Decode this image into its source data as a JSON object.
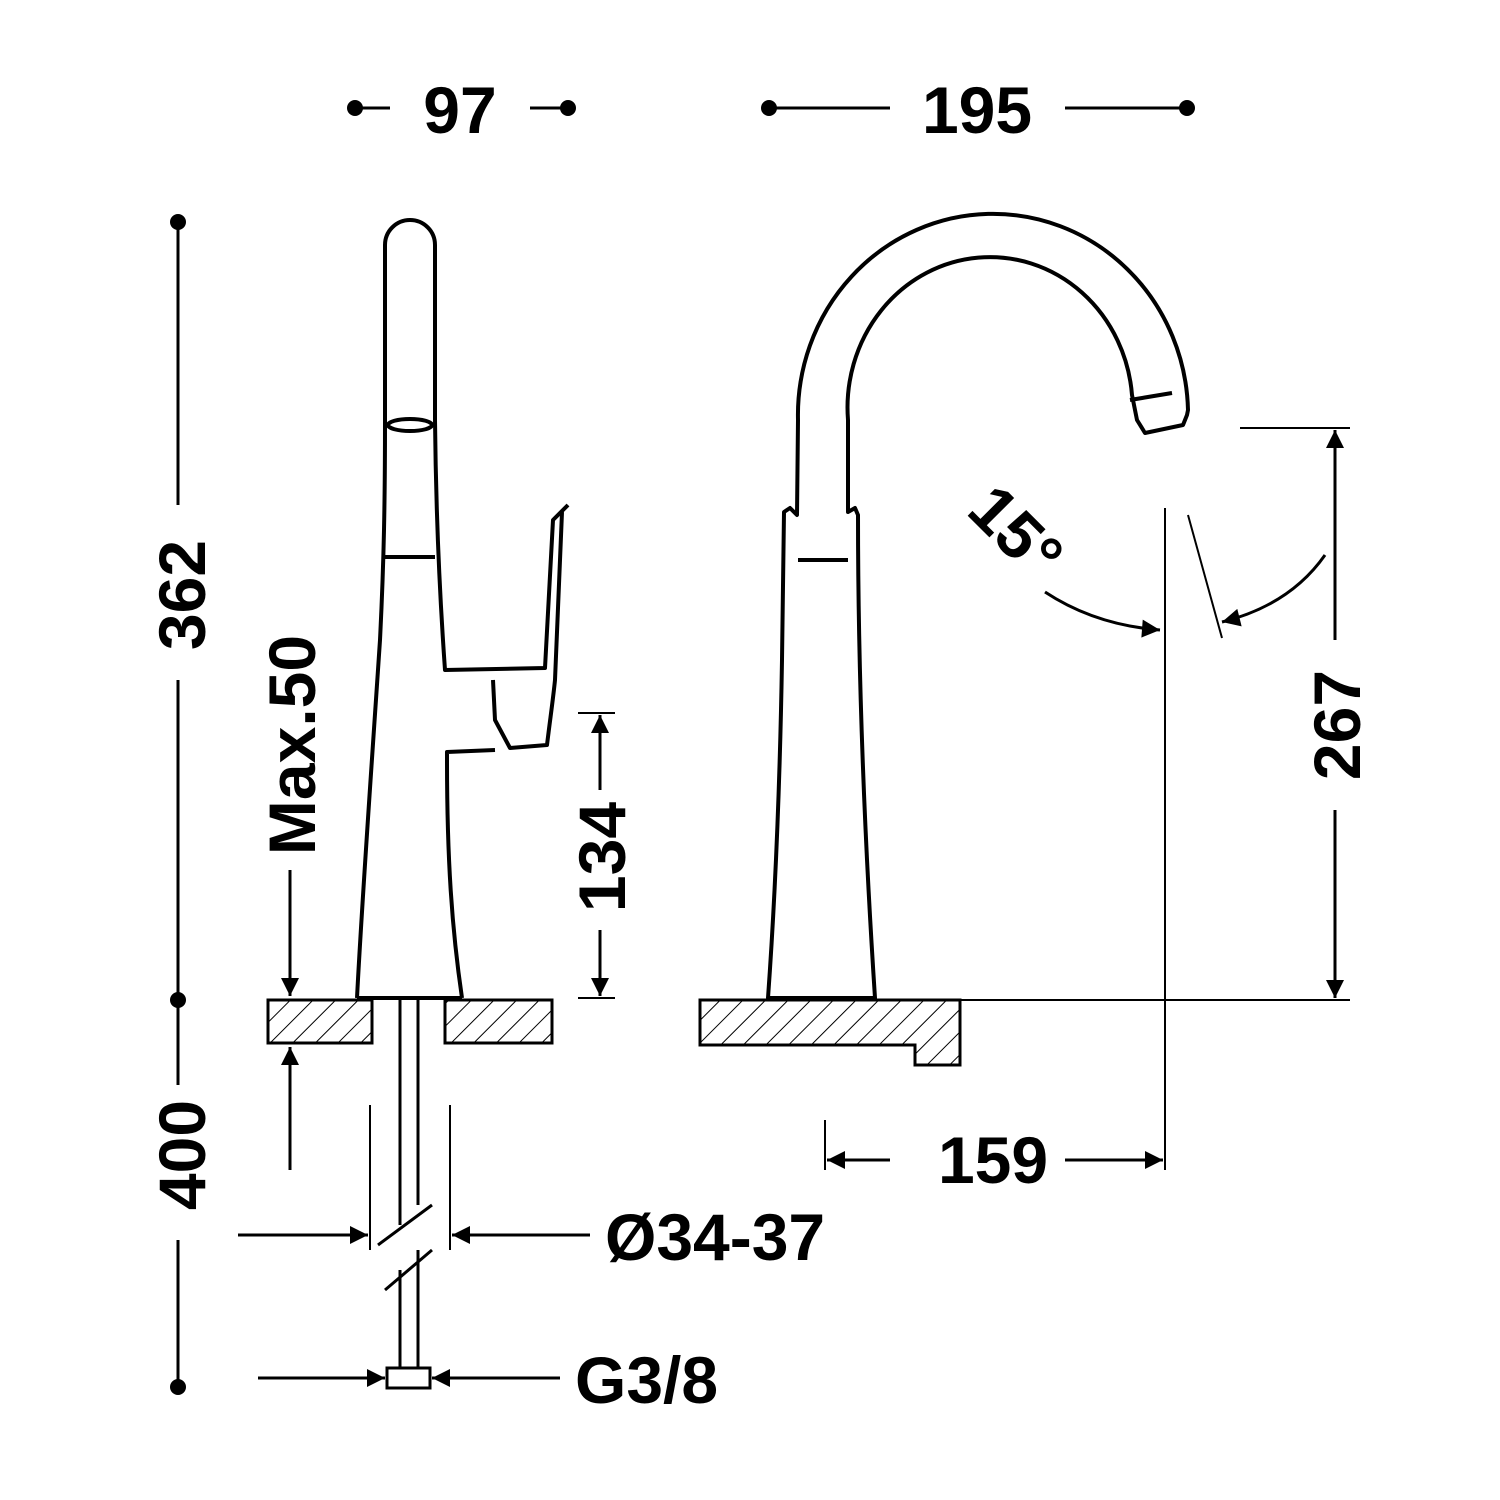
{
  "drawing": {
    "dimensions": {
      "side_width": "97",
      "front_width": "195",
      "total_height": "362",
      "hose_length": "400",
      "max_counter_thickness": "Max.50",
      "lever_height": "134",
      "spout_height": "267",
      "swivel_angle": "15°",
      "spout_reach": "159",
      "hole_diameter": "Ø34-37",
      "connection": "G3/8"
    },
    "colors": {
      "line": "#000000",
      "background": "#ffffff"
    }
  }
}
